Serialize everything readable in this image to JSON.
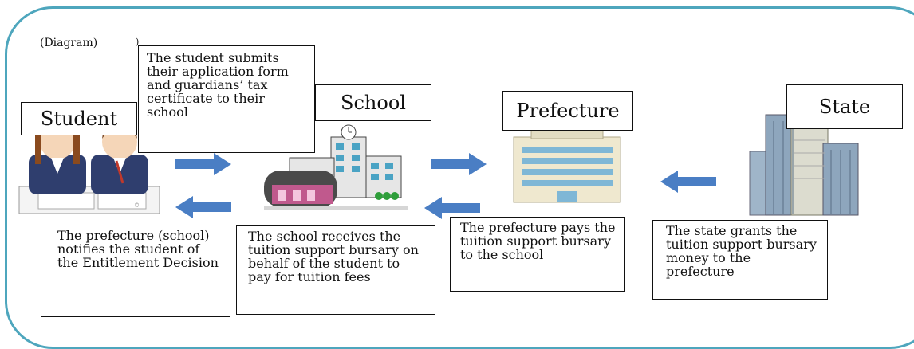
{
  "diagram_tag": "(Diagram)",
  "diagram_tag_extra": ")",
  "entities": {
    "student": "Student",
    "school": "School",
    "prefecture": "Prefecture",
    "state": "State"
  },
  "notes": {
    "application": "The student submits their application form and guardians’ tax certificate to their school",
    "notify": "The prefecture (school) notifies the student of the Entitlement Decision",
    "school_receives": "The school receives the tuition support bursary on behalf of the student to pay for tuition fees",
    "prefecture_pays": "The prefecture pays the tuition support bursary to the school",
    "state_grants": "The state grants the tuition support bursary money to the prefecture"
  },
  "colors": {
    "arrow": "#4a7ec4",
    "frame": "#4ea6bd"
  }
}
